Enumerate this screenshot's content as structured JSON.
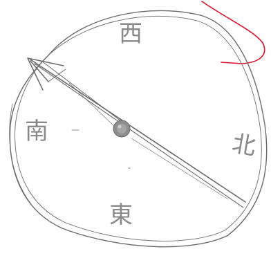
{
  "sketch": {
    "directions": {
      "top": "西",
      "left": "南",
      "right": "北",
      "bottom": "東"
    },
    "colors": {
      "pencil": "#6a6a6a",
      "ink_red": "#e0102a",
      "hub": "#8e8e8e",
      "paper": "#ffffff"
    },
    "icons": {
      "needle": "compass-needle-arrow",
      "hub": "compass-pivot",
      "mark": "red-pen-mark"
    }
  }
}
